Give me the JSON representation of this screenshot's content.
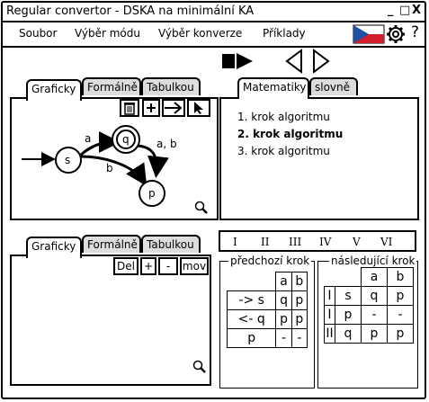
{
  "window": {
    "title": "Regular convertor - DSKA na minimální KA",
    "min": "_",
    "max": "□",
    "close": "X"
  },
  "menu": {
    "items": [
      "Soubor",
      "Výběr módu",
      "Výběr konverze",
      "Příklady"
    ],
    "help": "?"
  },
  "top_panel": {
    "tabs": [
      "Graficky",
      "Formálně",
      "Tabulkou"
    ],
    "graph": {
      "states": [
        "s",
        "q",
        "p"
      ],
      "edge_labels": [
        "a",
        "b",
        "a, b"
      ]
    }
  },
  "algo_panel": {
    "tabs": [
      "Matematiky",
      "slovně"
    ],
    "steps": [
      "1. krok algoritmu",
      "2. krok algoritmu",
      "3. krok algoritmu"
    ]
  },
  "bottom_panel": {
    "tabs": [
      "Graficky",
      "Formálně",
      "Tabulkou"
    ],
    "buttons": [
      "Del",
      "+",
      "-",
      "mov"
    ]
  },
  "roman_steps": [
    "I",
    "II",
    "III",
    "IV",
    "V",
    "VI"
  ],
  "prev_table": {
    "legend": "předchozí krok",
    "rows": [
      [
        "",
        "a",
        "b"
      ],
      [
        "-> s",
        "q",
        "p"
      ],
      [
        "<- q",
        "p",
        "p"
      ],
      [
        "p",
        "-",
        "-"
      ]
    ]
  },
  "next_table": {
    "legend": "následující krok",
    "rows": [
      [
        "",
        "",
        "a",
        "b"
      ],
      [
        "I",
        "s",
        "q",
        "p"
      ],
      [
        "I",
        "p",
        "-",
        "-"
      ],
      [
        "II",
        "q",
        "p",
        "p"
      ]
    ]
  },
  "colors": {
    "flag_blue": "#1f4fa0",
    "flag_red": "#d21f2b"
  }
}
